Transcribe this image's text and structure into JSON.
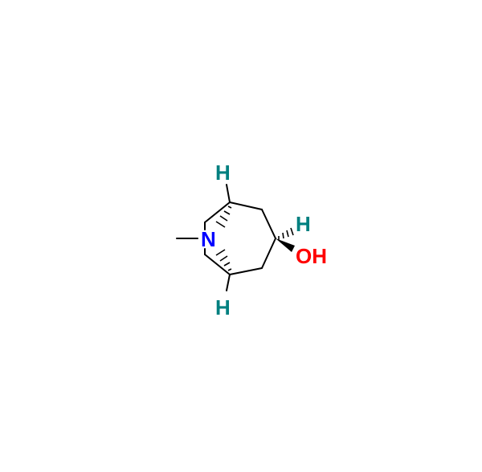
{
  "molecule": {
    "atoms": {
      "nitrogen": "N",
      "hydroxyl": "OH",
      "h_top": "H",
      "h_bottom": "H",
      "h_carbinol": "H"
    },
    "colors": {
      "nitrogen": "#0000ff",
      "oxygen": "#ff0000",
      "hydrogen": "#008080",
      "bond": "#000000"
    }
  }
}
